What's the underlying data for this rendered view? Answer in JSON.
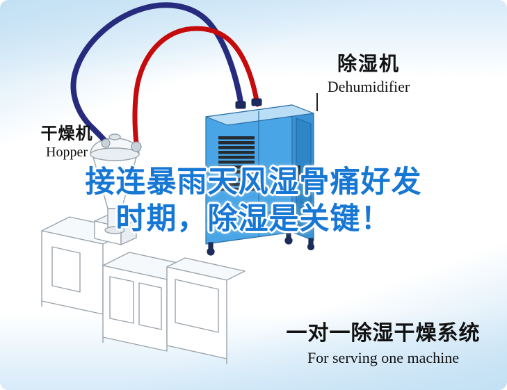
{
  "equipment_labels": {
    "dehumidifier": {
      "cn": "除湿机",
      "en": "Dehumidifier"
    },
    "hopper": {
      "cn": "干燥机",
      "en": "Hopper"
    }
  },
  "headline": {
    "line1": "接连暴雨天风湿骨痛好发",
    "line2": "时期，除湿是关键！",
    "color": "#1677d4"
  },
  "caption": {
    "cn": "一对一除湿干燥系统",
    "en": "For serving one machine"
  },
  "colors": {
    "hose_red": "#c50b0b",
    "hose_navy": "#262b7d",
    "dehumidifier_front": "#49a5e5",
    "dehumidifier_top": "#b9def6",
    "dehumidifier_side": "#3c93d3",
    "dehumidifier_door": "#2e86c6",
    "vent_dark": "#252b31",
    "machine_outline": "#9aa3ab",
    "background_tint": "#c3e0f4",
    "headline_blue": "#1677d4"
  },
  "illustration_parts": [
    "dehumidifier-illustration",
    "hopper-illustration",
    "extruder-machine-illustration",
    "red-air-hose",
    "navy-air-hose"
  ]
}
